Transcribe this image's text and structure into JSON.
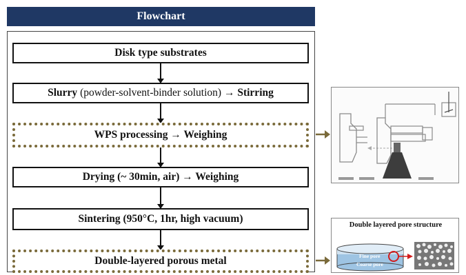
{
  "header": {
    "title": "Flowchart"
  },
  "steps": [
    {
      "label": "Disk type substrates"
    },
    {
      "label_bold": "Slurry",
      "label_light": "(powder-solvent-binder solution)",
      "label_tail": "→ Stirring"
    },
    {
      "label": "WPS processing → Weighing"
    },
    {
      "label": "Drying (~ 30min, air) → Weighing"
    },
    {
      "label": "Sintering (950°C, 1hr, high vacuum)"
    },
    {
      "label": "Double-layered porous metal"
    }
  ],
  "wps_figure": {},
  "pore_figure": {
    "title": "Double layered pore structure",
    "fine_label": "Fine pore",
    "coarse_label": "Coarse pore"
  },
  "colors": {
    "header_bg": "#1f3864",
    "dotted_border": "#7a6a3a",
    "side_arrow": "#7a6a3a",
    "disk_fill": "#b8d3ea"
  }
}
